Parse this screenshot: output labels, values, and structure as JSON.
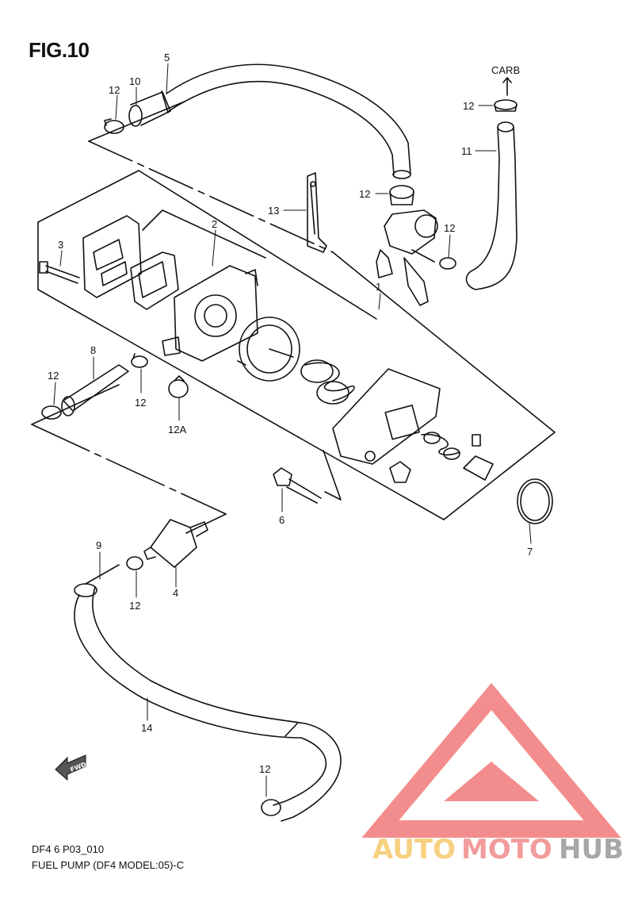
{
  "figure": {
    "title": "FIG.10"
  },
  "captions": {
    "line1": "DF4 6 P03_010",
    "line2": "FUEL PUMP (DF4 MODEL:05)-C"
  },
  "labels": {
    "carb": "CARB",
    "p1": "1",
    "p2": "2",
    "p3": "3",
    "p4": "4",
    "p5": "5",
    "p6": "6",
    "p7": "7",
    "p8": "8",
    "p9": "9",
    "p10": "10",
    "p11": "11",
    "p12": "12",
    "p12a": "12A",
    "p13": "13",
    "p14": "14"
  },
  "fwd_marker": "FWD",
  "watermark": {
    "auto": "AUTO",
    "moto": "MOTO",
    "hub": "HUB",
    "colors": {
      "auto": "#f6c86a",
      "moto": "#f08a8a",
      "hub": "#9a9a9a",
      "logo": "#f27a7a"
    }
  }
}
